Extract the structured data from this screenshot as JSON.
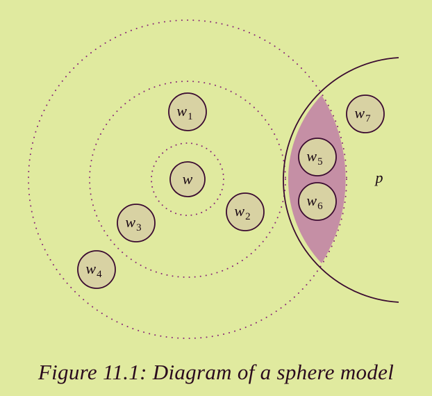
{
  "caption": "Figure 11.1: Diagram of a sphere model",
  "colors": {
    "background": "#e0ea9f",
    "node_fill": "#d8d2a3",
    "stroke": "#3a0a30",
    "dot": "#8a2a78",
    "lens_fill": "#c58fa5"
  },
  "diagram": {
    "center": {
      "label": "w",
      "sub": ""
    },
    "nodes": [
      {
        "id": "w1",
        "label": "w",
        "sub": "1"
      },
      {
        "id": "w2",
        "label": "w",
        "sub": "2"
      },
      {
        "id": "w3",
        "label": "w",
        "sub": "3"
      },
      {
        "id": "w4",
        "label": "w",
        "sub": "4"
      },
      {
        "id": "w5",
        "label": "w",
        "sub": "5"
      },
      {
        "id": "w6",
        "label": "w",
        "sub": "6"
      },
      {
        "id": "w7",
        "label": "w",
        "sub": "7"
      }
    ],
    "proposition_label": "p"
  }
}
